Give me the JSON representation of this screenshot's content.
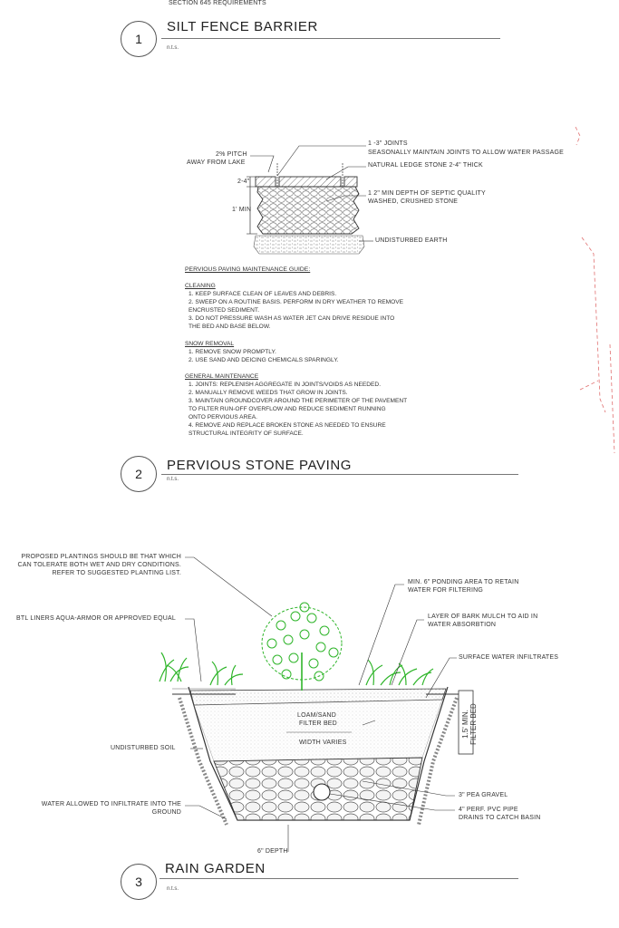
{
  "header": {
    "section_ref": "SECTION 645 REQUIREMENTS"
  },
  "details": [
    {
      "number": "1",
      "title": "SILT FENCE BARRIER",
      "scale": "n.t.s."
    },
    {
      "number": "2",
      "title": "PERVIOUS STONE PAVING",
      "scale": "n.t.s."
    },
    {
      "number": "3",
      "title": "RAIN GARDEN",
      "scale": "n.t.s."
    }
  ],
  "paving": {
    "labels": {
      "pitch": "2% PITCH",
      "pitch2": "AWAY FROM LAKE",
      "joints": "1 -3\" JOINTS",
      "joints2": "SEASONALLY MAINTAIN JOINTS TO ALLOW WATER PASSAGE",
      "ledge": "NATURAL LEDGE STONE 2-4\" THICK",
      "dim_2_4": "2-4\"",
      "dim_1min": "1' MIN",
      "septic": "1 2\" MIN DEPTH OF SEPTIC QUALITY",
      "septic2": "WASHED, CRUSHED STONE",
      "earth": "UNDISTURBED EARTH"
    },
    "guide_title": "PERVIOUS PAVING MAINTENANCE GUIDE:",
    "cleaning_head": "CLEANING",
    "cleaning": [
      "1.   KEEP SURFACE CLEAN OF LEAVES AND DEBRIS.",
      "2.   SWEEP ON A ROUTINE BASIS. PERFORM IN DRY WEATHER TO REMOVE",
      "       ENCRUSTED SEDIMENT.",
      "3.   DO NOT PRESSURE WASH AS WATER JET CAN DRIVE RESIDUE INTO",
      "       THE BED AND BASE BELOW."
    ],
    "snow_head": "SNOW REMOVAL",
    "snow": [
      "1.   REMOVE SNOW PROMPTLY.",
      "2.   USE SAND AND DEICING CHEMICALS SPARINGLY."
    ],
    "general_head": "GENERAL MAINTENANCE",
    "general": [
      "1.   JOINTS: REPLENISH AGGREGATE IN JOINTS/VOIDS AS NEEDED.",
      "2.   MANUALLY REMOVE WEEDS THAT GROW IN JOINTS.",
      "3.   MAINTAIN GROUNDCOVER AROUND THE PERIMETER OF THE PAVEMENT",
      "       TO FILTER RUN-OFF OVERFLOW AND REDUCE SEDIMENT RUNNING",
      "       ONTO PERVIOUS AREA.",
      "4.   REMOVE AND REPLACE BROKEN STONE AS NEEDED TO ENSURE",
      "       STRUCTURAL INTEGRITY OF SURFACE."
    ]
  },
  "rain_garden": {
    "plantings": [
      "PROPOSED PLANTINGS SHOULD BE THAT WHICH",
      "CAN TOLERATE BOTH WET AND DRY CONDITIONS.",
      "REFER TO SUGGESTED PLANTING LIST."
    ],
    "btl": "BTL LINERS AQUA-ARMOR OR APPROVED EQUAL",
    "ponding": [
      "MIN. 6\" PONDING AREA TO RETAIN",
      "WATER FOR FILTERING"
    ],
    "mulch": [
      "LAYER OF BARK MULCH TO AID IN",
      "WATER ABSORBTION"
    ],
    "infiltrates": "SURFACE WATER INFILTRATES",
    "filter_bed": [
      "LOAM/SAND",
      "FILTER BED"
    ],
    "width": "WIDTH VARIES",
    "min_filter": [
      "1.5' MIN.",
      "FILTER BED"
    ],
    "soil": "UNDISTURBED SOIL",
    "water": [
      "WATER ALLOWED TO INFILTRATE INTO THE",
      "GROUND"
    ],
    "gravel": "3\" PEA GRAVEL",
    "pipe": [
      "4\" PERF. PVC PIPE",
      "DRAINS TO CATCH BASIN"
    ],
    "depth": "6\" DEPTH"
  },
  "colors": {
    "plant": "#2fb52a",
    "redline": "#e07070",
    "line": "#444444"
  }
}
